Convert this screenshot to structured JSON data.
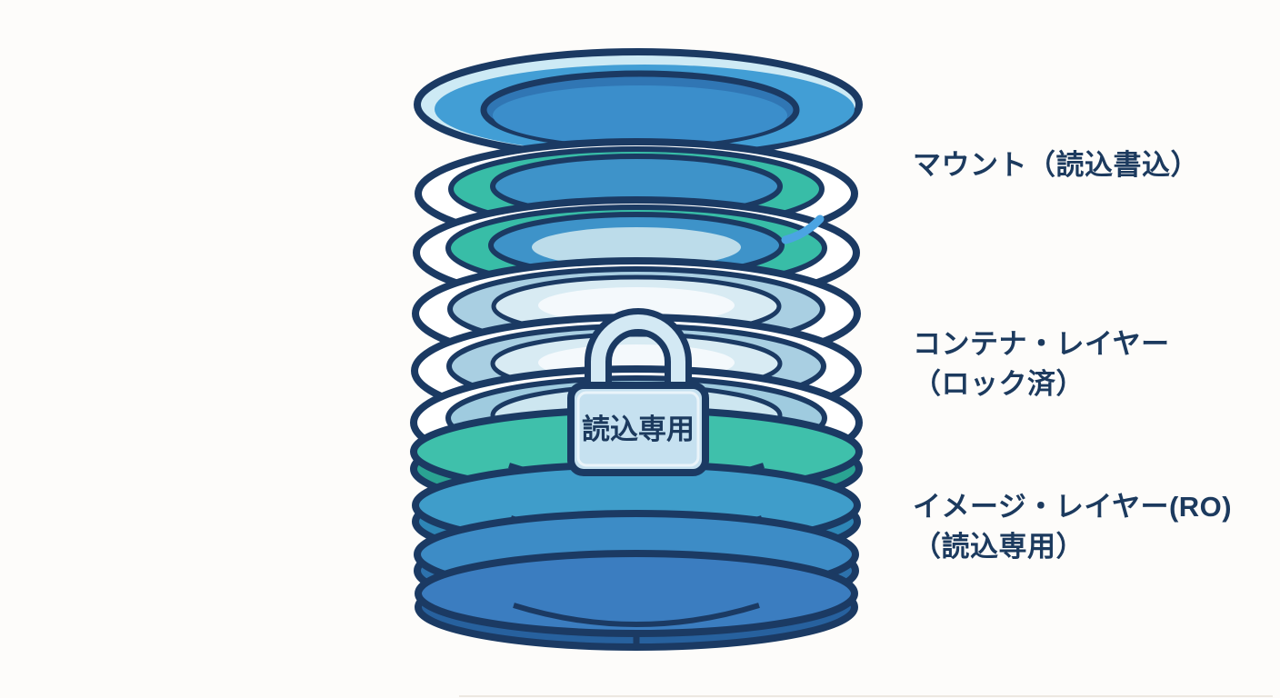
{
  "background": "#fdfcfa",
  "palette": {
    "outline_navy": "#1b3a63",
    "plate_blue": "#429ed5",
    "plate_blue_inner": "#3b8ecb",
    "rim_highlight": "#cdeaf5",
    "band_teal": "#38bda7",
    "band_blue": "#3e93c9",
    "plate_white": "#ffffff",
    "interior_light_blue": "#a9cfe2",
    "interior_pale_blue": "#d8ebf3",
    "disk_teal_top": "#3fc0ab",
    "disk_teal_side": "#2aa392",
    "disk_blue1_top": "#3f9dca",
    "disk_blue1_side": "#2e86b6",
    "disk_blue2_top": "#3d8cc6",
    "disk_blue2_side": "#2d72ad",
    "disk_blue3_top": "#3b7dc0",
    "disk_blue3_side": "#27619e",
    "lock_body": "#c6e1f0",
    "lock_shackle": "#d3e9f4",
    "shine_blue": "#4ba4e2",
    "label_text": "#1c3a5e"
  },
  "lock": {
    "label": "読込専用"
  },
  "labels": [
    {
      "id": "mount",
      "lines": [
        "マウント（読込書込）"
      ]
    },
    {
      "id": "container-layer",
      "lines": [
        "コンテナ・レイヤー",
        "（ロック済）"
      ]
    },
    {
      "id": "image-layer",
      "lines": [
        "イメージ・レイヤー(RO)",
        "（読込専用）"
      ]
    }
  ]
}
